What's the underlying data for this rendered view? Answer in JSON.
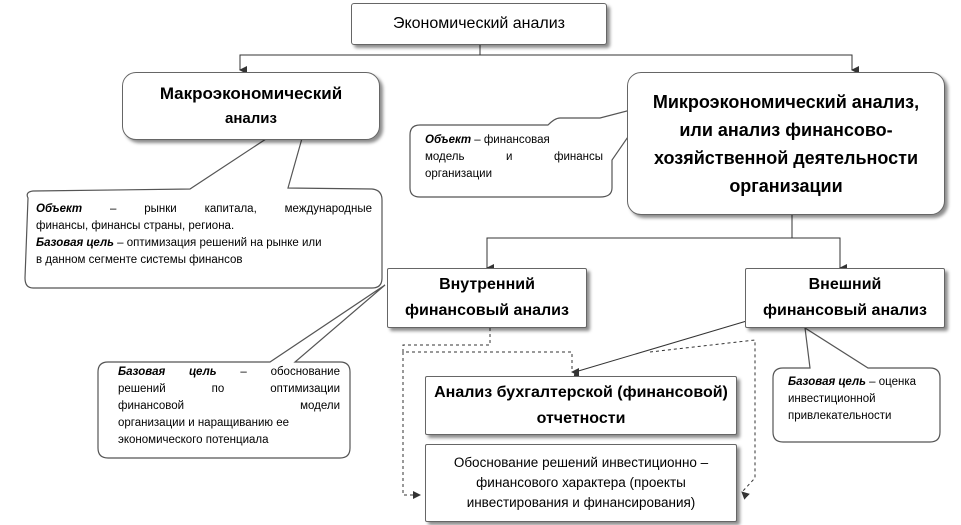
{
  "nodes": {
    "root": "Экономический анализ",
    "macro": {
      "line1": "Макроэкономический",
      "line2": "анализ"
    },
    "micro": {
      "line1": "Микроэкономический анализ,",
      "line2": "или анализ финансово-",
      "line3": "хозяйственной деятельности",
      "line4": "организации"
    },
    "internal": {
      "line1": "Внутренний",
      "line2": "финансовый анализ"
    },
    "external": {
      "line1": "Внешний",
      "line2": "финансовый анализ"
    },
    "accounting": {
      "line1": "Анализ бухгалтерской (финансовой)",
      "line2": "отчетности"
    },
    "investment": {
      "line1": "Обоснование решений инвестиционно –",
      "line2": "финансового характера (проекты",
      "line3": "инвестирования и финансирования)"
    }
  },
  "callouts": {
    "micro_object": {
      "term": "Объект",
      "line1_rest": " – финансовая",
      "line2": "модель и финансы",
      "line3": "организации"
    },
    "macro": {
      "term1": "Объект",
      "line1_rest": " – рынки капитала, международные",
      "line2": "финансы, финансы страны, региона.",
      "term2": "Базовая цель",
      "line3_rest": " – оптимизация решений на рынке или",
      "line4": "в данном сегменте системы финансов"
    },
    "internal_goal": {
      "term": "Базовая цель",
      "line1_rest": " – обоснование",
      "line2": "решений по оптимизации",
      "line3": "финансовой модели",
      "line4": "организации и наращиванию ее",
      "line5": "экономического потенциала"
    },
    "external_goal": {
      "term": "Базовая цель",
      "line1_rest": " – оценка",
      "line2": "инвестиционной",
      "line3": "привлекательности"
    }
  }
}
